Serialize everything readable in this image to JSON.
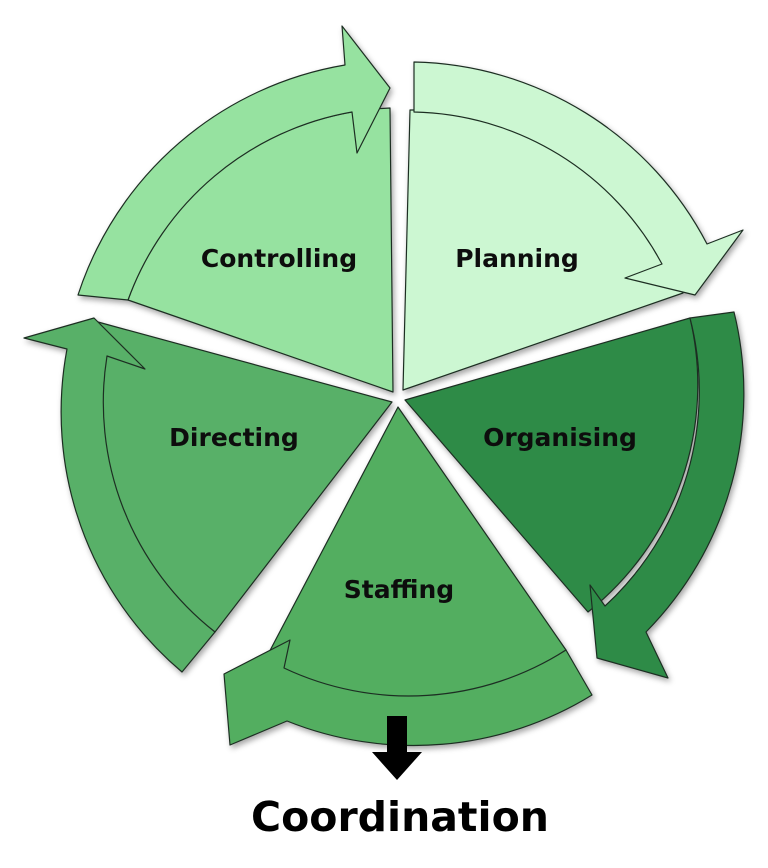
{
  "segments": [
    {
      "key": "planning",
      "label": "Planning",
      "color": "#ccf7d2"
    },
    {
      "key": "organising",
      "label": "Organising",
      "color": "#2e8b47"
    },
    {
      "key": "staffing",
      "label": "Staffing",
      "color": "#52ae61"
    },
    {
      "key": "directing",
      "label": "Directing",
      "color": "#58b067"
    },
    {
      "key": "controlling",
      "label": "Controlling",
      "color": "#96e2a0"
    }
  ],
  "footer": {
    "label": "Coordination"
  },
  "colors": {
    "outline": "#1f2f24",
    "arrow_down": "#000000"
  }
}
